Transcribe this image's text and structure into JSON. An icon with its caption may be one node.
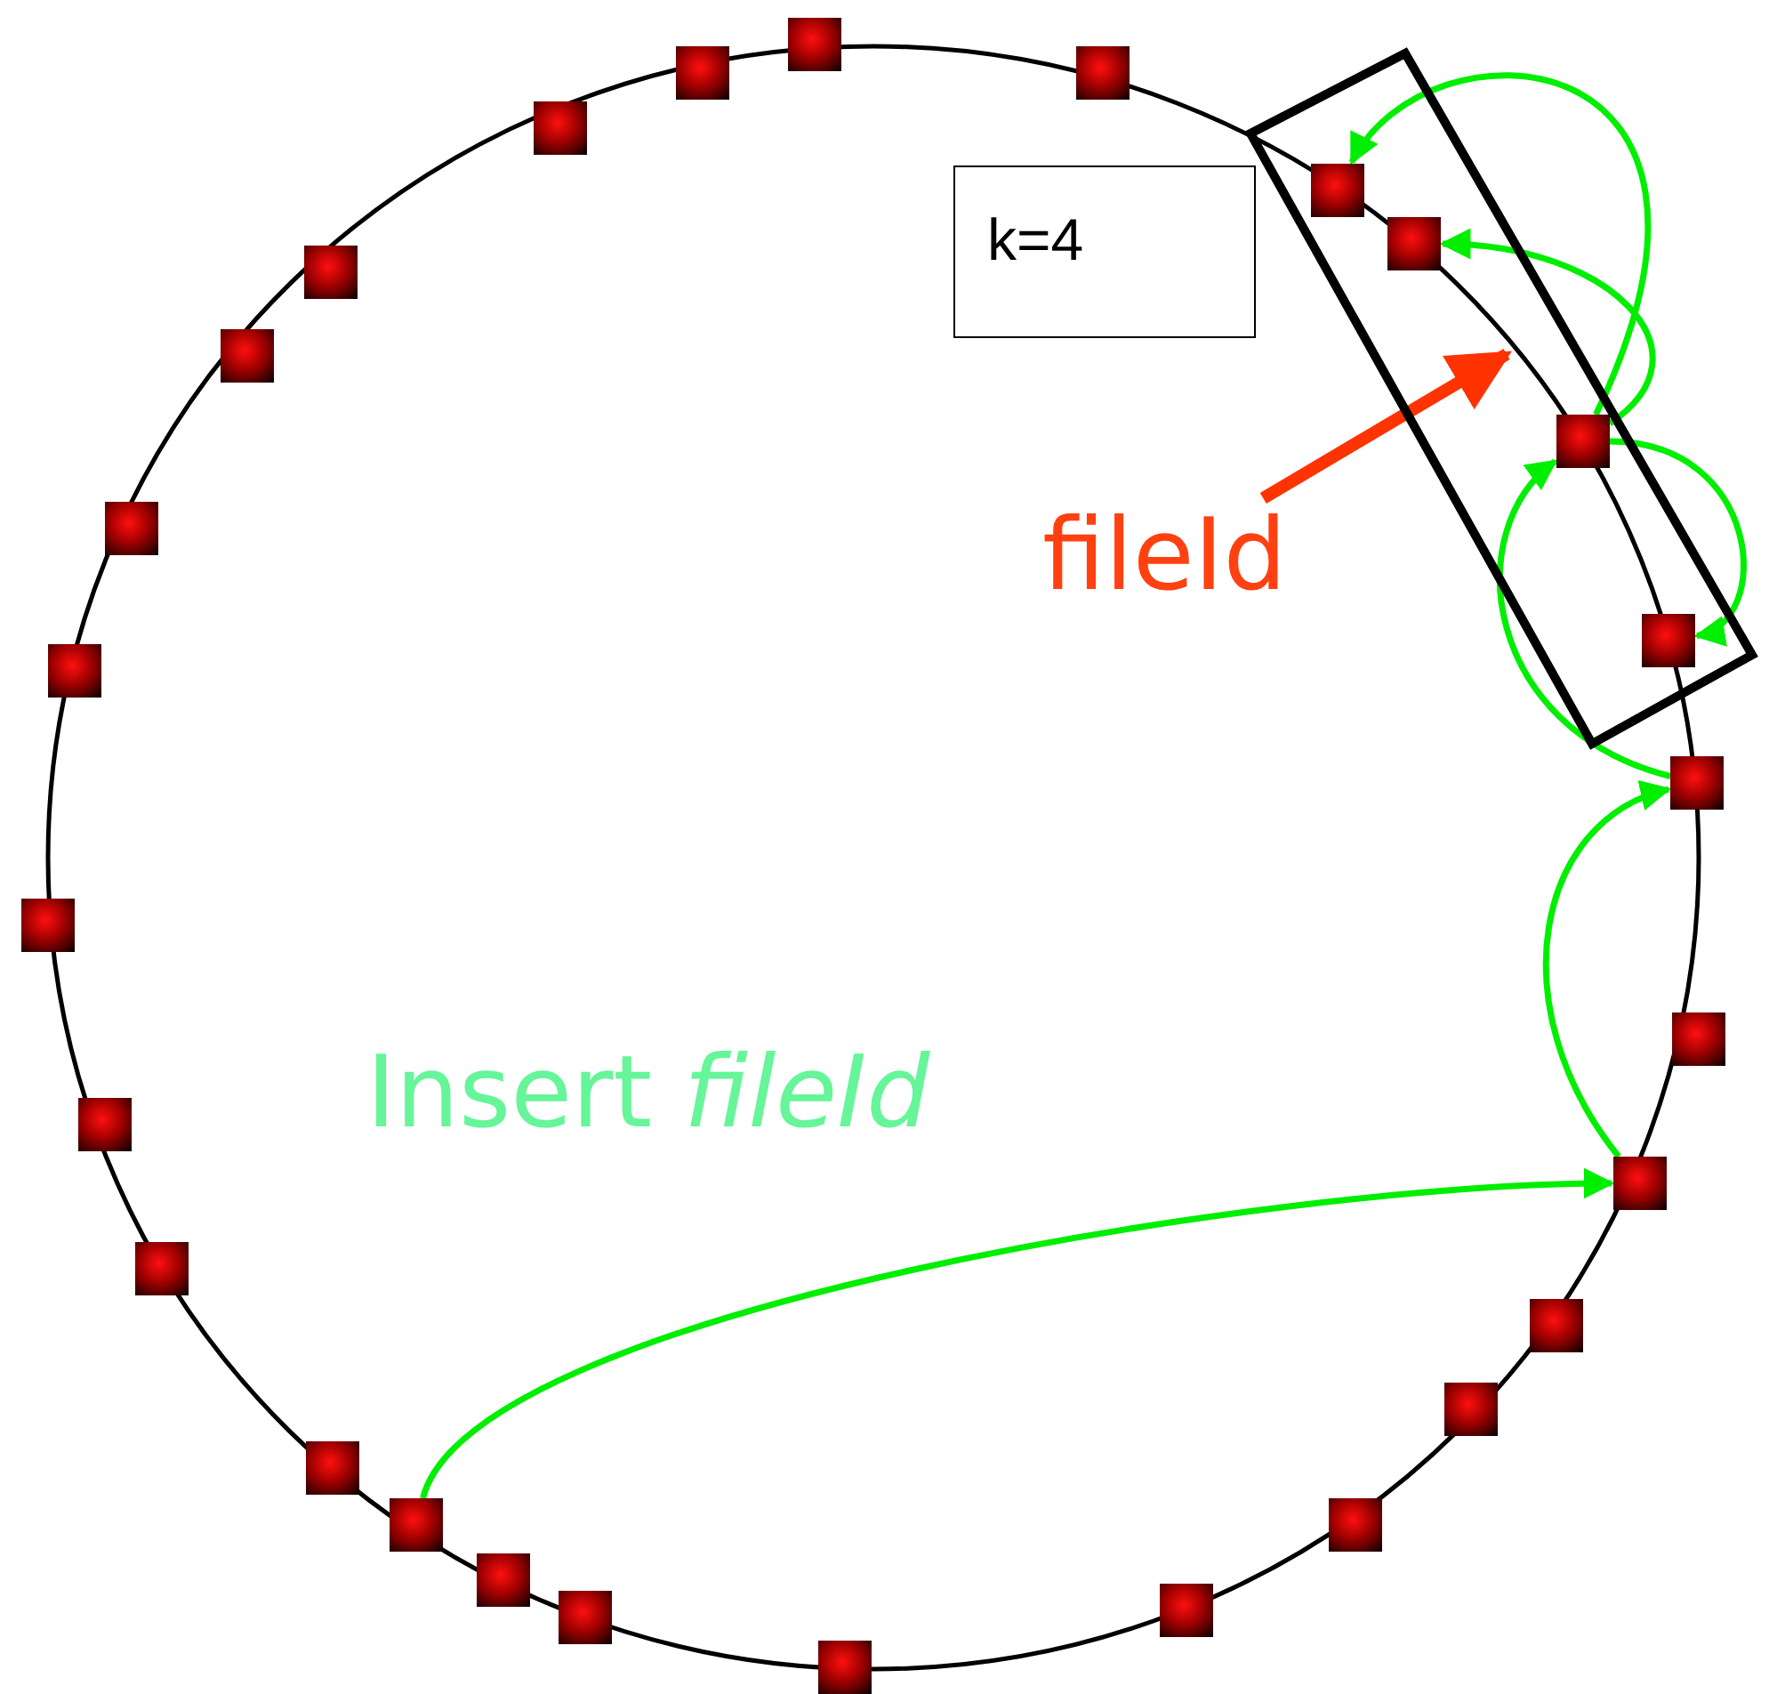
{
  "diagram": {
    "nodes": [
      {
        "text": [],
        "shape": "box"
      },
      {
        "text": [],
        "shape": "box"
      },
      {
        "text": [],
        "shape": "box"
      },
      {
        "text": [],
        "shape": "box",
        "in": 0
      },
      {
        "text": [],
        "shape": "box",
        "in": 0
      },
      {
        "text": [],
        "shape": "box",
        "in": 0
      },
      {
        "text": [],
        "shape": "box",
        "in": 0
      },
      {
        "text": [],
        "shape": "box"
      },
      {
        "text": [],
        "shape": "box"
      },
      {
        "text": [],
        "shape": "box"
      },
      {
        "text": [],
        "shape": "box"
      },
      {
        "text": [],
        "shape": "box"
      },
      {
        "text": [],
        "shape": "box"
      },
      {
        "text": [],
        "shape": "box"
      },
      {
        "text": [],
        "shape": "box"
      },
      {
        "text": [],
        "shape": "box"
      },
      {
        "text": [],
        "shape": "box"
      },
      {
        "text": [],
        "shape": "box"
      },
      {
        "text": [],
        "shape": "box"
      },
      {
        "text": [],
        "shape": "box"
      },
      {
        "text": [],
        "shape": "box"
      },
      {
        "text": [],
        "shape": "box"
      },
      {
        "text": [],
        "shape": "box"
      },
      {
        "text": [],
        "shape": "box"
      },
      {
        "text": [],
        "shape": "box"
      },
      {
        "text": [],
        "shape": "box"
      },
      {
        "text": [],
        "shape": "box"
      },
      {
        "text": [],
        "shape": "box"
      },
      {
        "text": [
          "k=4"
        ]
      },
      {
        "text": [
          "fileId"
        ]
      }
    ],
    "edges": [
      {
        "from": 17,
        "to": 9,
        "arrow": "to"
      },
      {
        "from": 9,
        "to": 7,
        "arrow": "to"
      },
      {
        "from": 7,
        "to": 5,
        "arrow": "to"
      },
      {
        "from": 5,
        "to": 4,
        "arrow": "to"
      },
      {
        "from": 5,
        "to": 3,
        "arrow": "to"
      },
      {
        "from": 5,
        "to": 6,
        "arrow": "to"
      },
      {
        "from": 29,
        "to": 0,
        "arrow": "to",
        "style": "thick",
        "color": "#ff3300"
      }
    ],
    "labels": [
      "Insert *fileId*"
    ]
  }
}
